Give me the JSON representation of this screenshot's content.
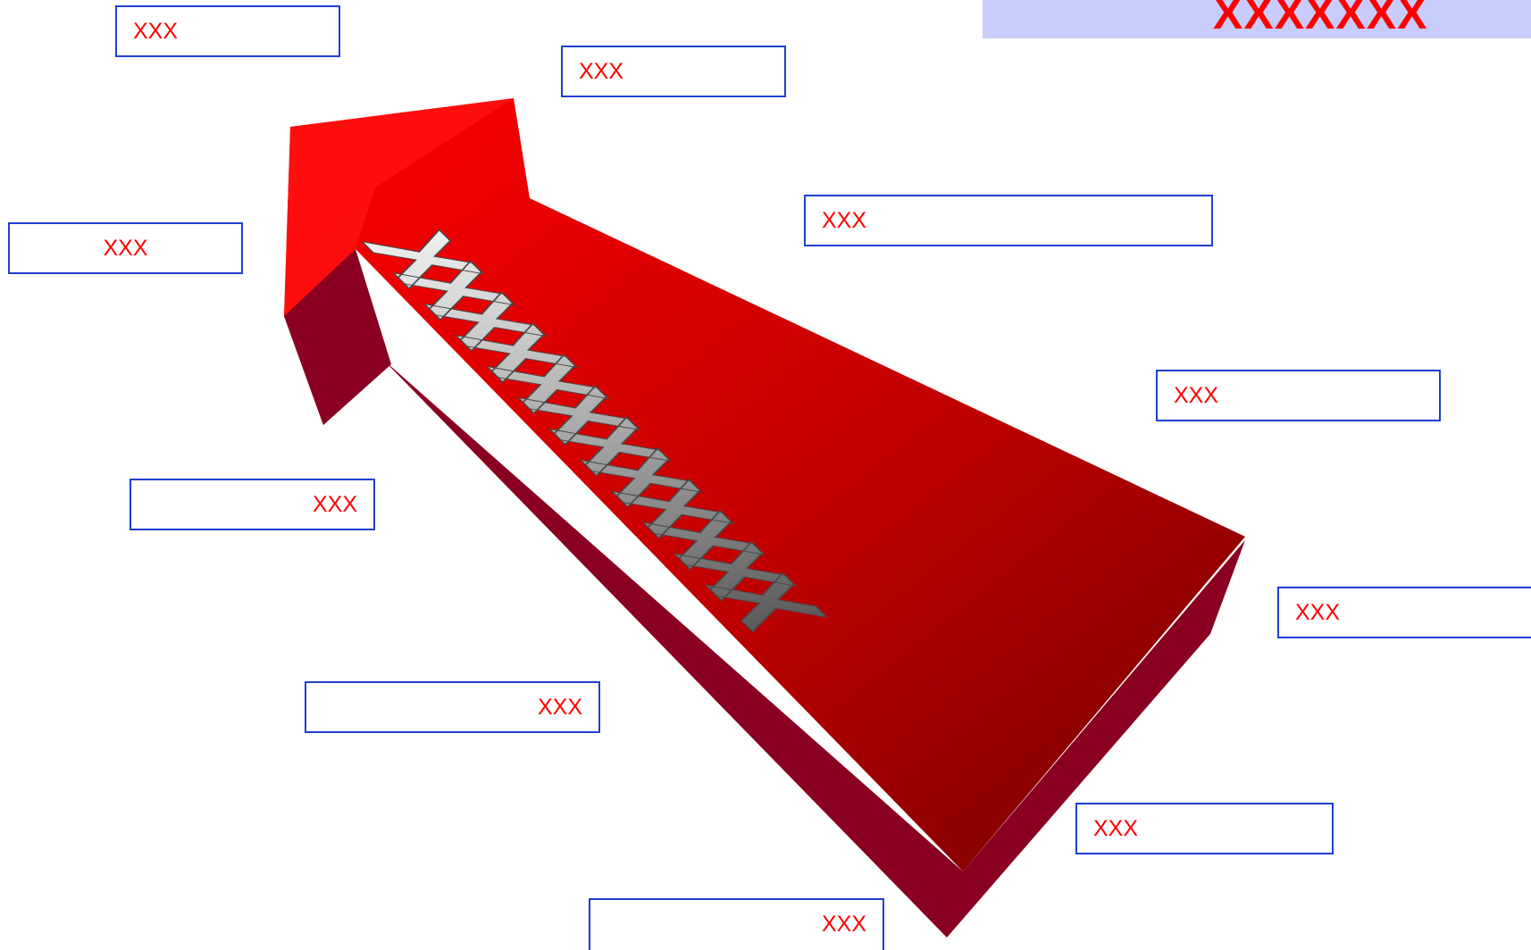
{
  "title": "XXXXXXX",
  "arrow": {
    "text": "XXXXXXXXXXXX",
    "colors": {
      "top_light": "#ff0000",
      "top_dark": "#7a0000",
      "side": "#8a0020",
      "letters_light": "#d9d9d9",
      "letters_dark": "#5a5a5a"
    }
  },
  "labels": [
    {
      "text": "XXX"
    },
    {
      "text": "XXX"
    },
    {
      "text": "XXX"
    },
    {
      "text": "XXX"
    },
    {
      "text": "XXX"
    },
    {
      "text": "XXX"
    },
    {
      "text": "XXX"
    },
    {
      "text": "XXX"
    },
    {
      "text": "XXX"
    },
    {
      "text": "XXX"
    }
  ],
  "colors": {
    "label_border": "#1f3fd0",
    "label_text": "#ff0000",
    "banner_bg": "#c8ccfa"
  }
}
